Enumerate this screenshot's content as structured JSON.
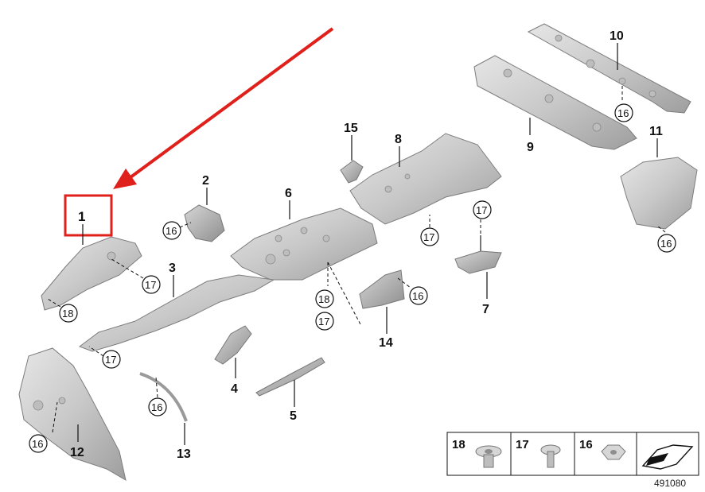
{
  "diagram": {
    "part_numbers": [
      "1",
      "2",
      "3",
      "4",
      "5",
      "6",
      "7",
      "8",
      "9",
      "10",
      "11",
      "12",
      "13",
      "14",
      "15"
    ],
    "fasteners": {
      "f16": "16",
      "f17": "17",
      "f18": "18"
    },
    "legend": {
      "item18": "18",
      "item17": "17",
      "item16": "16"
    },
    "reference_number": "491080",
    "colors": {
      "highlight": "#e0201b",
      "metal": "#c9c9c9"
    },
    "icons": [
      "pointer-arrow-icon",
      "orientation-arrow-icon"
    ]
  }
}
